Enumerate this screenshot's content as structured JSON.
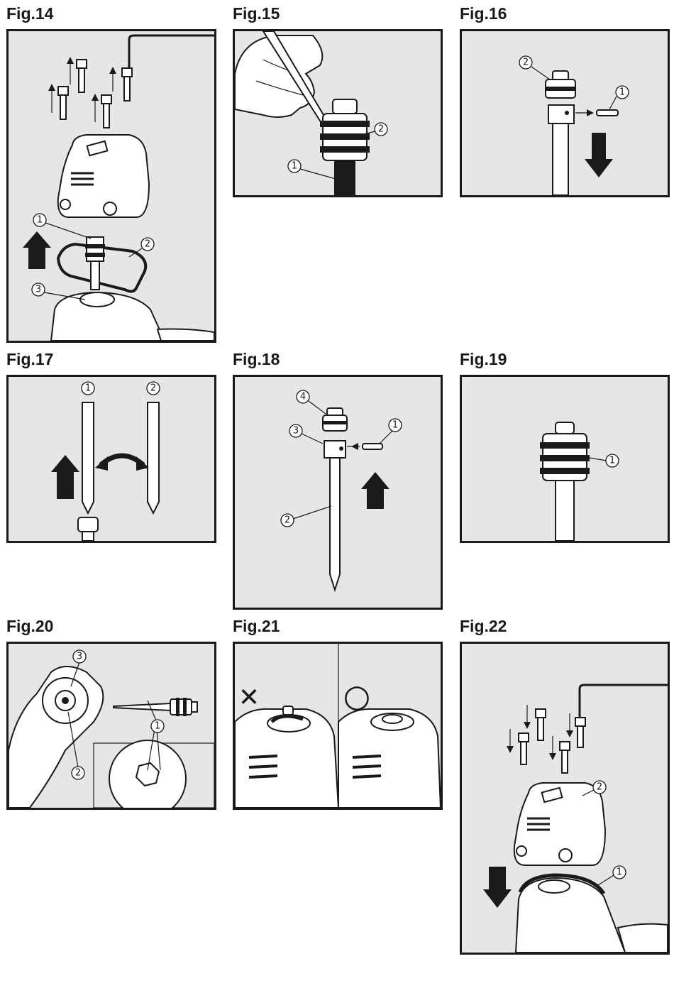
{
  "figures": {
    "fig14": {
      "title": "Fig.14",
      "callouts": [
        "1",
        "2",
        "3"
      ]
    },
    "fig15": {
      "title": "Fig.15",
      "callouts": [
        "2",
        "1"
      ]
    },
    "fig16": {
      "title": "Fig.16",
      "callouts": [
        "2",
        "1"
      ]
    },
    "fig17": {
      "title": "Fig.17",
      "callouts": [
        "1",
        "2"
      ]
    },
    "fig18": {
      "title": "Fig.18",
      "callouts": [
        "4",
        "1",
        "3",
        "2"
      ]
    },
    "fig19": {
      "title": "Fig.19",
      "callouts": [
        "1"
      ]
    },
    "fig20": {
      "title": "Fig.20",
      "callouts": [
        "3",
        "1",
        "2"
      ]
    },
    "fig21": {
      "title": "Fig.21",
      "marks": [
        "✕",
        "○"
      ]
    },
    "fig22": {
      "title": "Fig.22",
      "callouts": [
        "2",
        "1"
      ]
    }
  },
  "colors": {
    "panel_bg": "#e6e6e6",
    "ink": "#1a1a1a",
    "paper": "#ffffff"
  }
}
